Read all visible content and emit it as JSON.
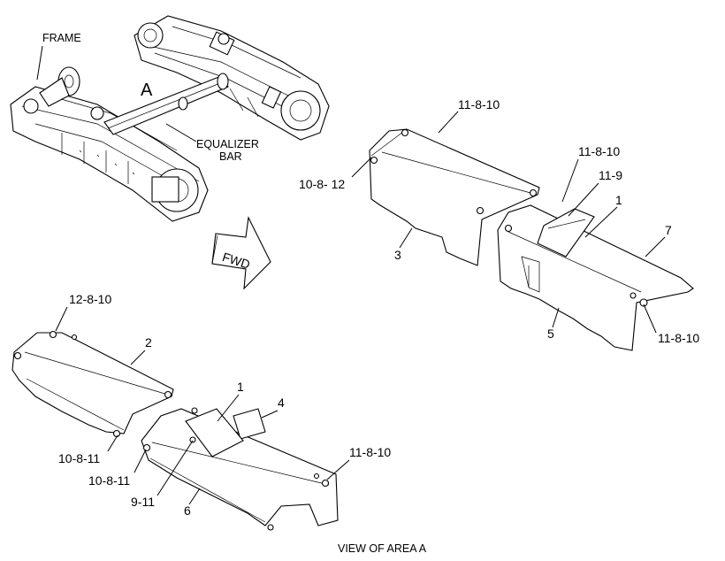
{
  "labels": {
    "frame": "FRAME",
    "area": "A",
    "equalizer_line1": "EQUALIZER",
    "equalizer_line2": "BAR",
    "fwd": "FWD",
    "view_caption": "VIEW OF AREA A",
    "callouts": {
      "c_11_8_10_top": "11-8-10",
      "c_10_8_12": "10-8- 12",
      "c_11_8_10_mid": "11-8-10",
      "c_11_9": "11-9",
      "c_1_right": "1",
      "c_7": "7",
      "c_3": "3",
      "c_5": "5",
      "c_11_8_10_rb": "11-8-10",
      "c_12_8_10": "12-8-10",
      "c_2": "2",
      "c_1_left": "1",
      "c_4": "4",
      "c_11_8_10_lb": "11-8-10",
      "c_10_8_11_a": "10-8-11",
      "c_10_8_11_b": "10-8-11",
      "c_9_11": "9-11",
      "c_6": "6"
    }
  }
}
